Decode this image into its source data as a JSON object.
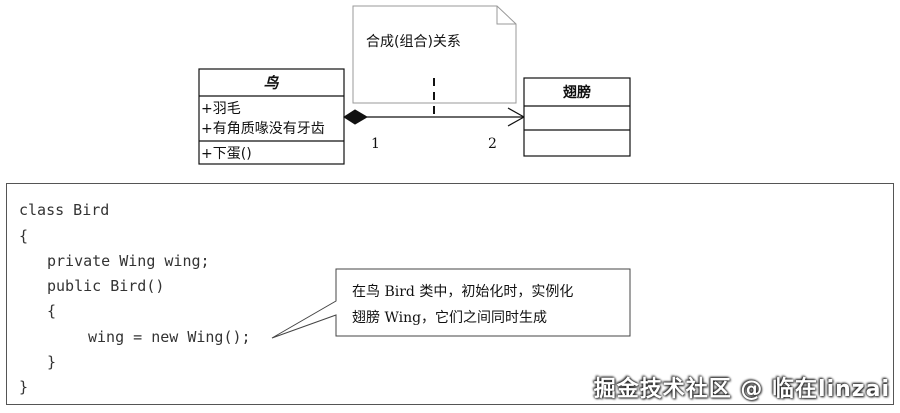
{
  "diagram": {
    "note_text": "合成(组合)关系",
    "bird_class": {
      "name": "鸟",
      "attributes": [
        "+羽毛",
        "+有角质喙没有牙齿"
      ],
      "operations": [
        "+下蛋()"
      ]
    },
    "wing_class": {
      "name": "翅膀"
    },
    "multiplicity_bird": "1",
    "multiplicity_wing": "2"
  },
  "code": {
    "lines": [
      "class Bird",
      "{",
      "private Wing wing;",
      "public Bird()",
      "{",
      "wing = new Wing();",
      "}",
      "}"
    ]
  },
  "callout": {
    "line1": "在鸟 Bird 类中，初始化时，实例化",
    "line2": "翅膀 Wing，它们之间同时生成"
  },
  "watermark": "掘金技术社区 @ 临在linzai"
}
